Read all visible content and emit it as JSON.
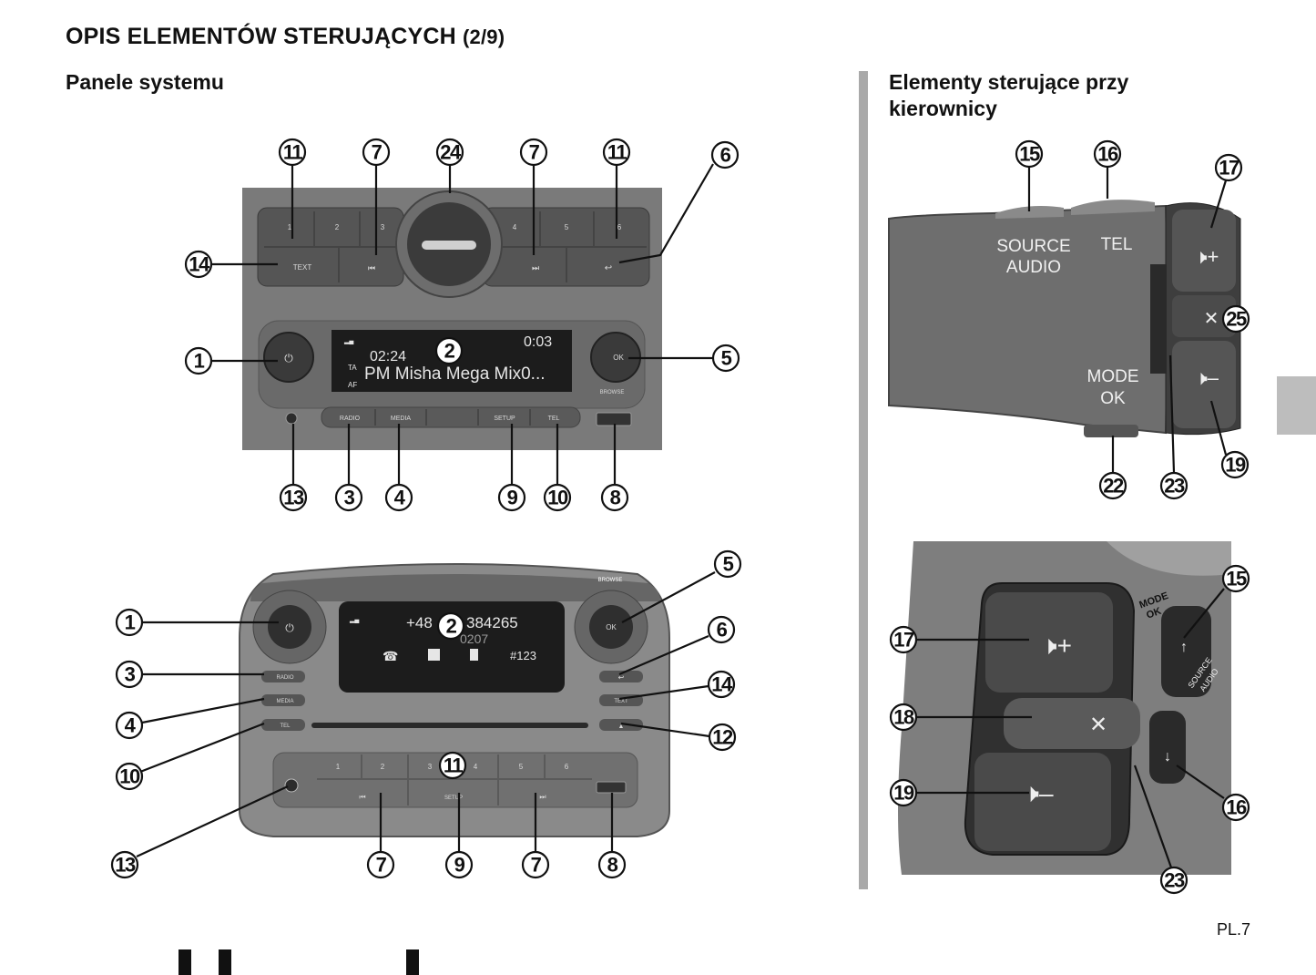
{
  "page": {
    "title": "OPIS ELEMENTÓW STERUJĄCYCH",
    "title_suffix": "(2/9)",
    "left_section": "Panele systemu",
    "right_section_line1": "Elementy sterujące przy",
    "right_section_line2": "kierownicy",
    "page_number": "PL.7"
  },
  "panel_top": {
    "display": {
      "clock": "0:03",
      "time": "02:24",
      "station": "PM Misha Mega Mix0...",
      "ta": "TA",
      "af": "AF"
    },
    "buttons": {
      "text": "TEXT",
      "radio": "RADIO",
      "media": "MEDIA",
      "setup": "SETUP",
      "tel": "TEL",
      "ok": "OK",
      "browse": "BROWSE",
      "prev": "⏮",
      "next": "⏭",
      "back": "↩"
    },
    "presets": [
      "1",
      "2",
      "3",
      "4",
      "5",
      "6"
    ],
    "callouts": [
      "11",
      "7",
      "24",
      "7",
      "11",
      "6",
      "14",
      "1",
      "2",
      "5",
      "13",
      "3",
      "4",
      "9",
      "10",
      "8"
    ]
  },
  "panel_bottom": {
    "display": {
      "number": "+48",
      "number_tail": "384265",
      "line2": "0207",
      "tag": "#123"
    },
    "buttons": {
      "radio": "RADIO",
      "media": "MEDIA",
      "tel": "TEL",
      "text": "TEXT",
      "ok": "OK",
      "browse": "BROWSE",
      "setup": "SETUP",
      "eject": "▲",
      "back": "↩",
      "prev": "⏮",
      "next": "⏭"
    },
    "presets": [
      "1",
      "2",
      "3",
      "4",
      "5",
      "6"
    ],
    "callouts": [
      "1",
      "2",
      "5",
      "3",
      "6",
      "4",
      "14",
      "10",
      "12",
      "11",
      "13",
      "7",
      "9",
      "7",
      "8"
    ]
  },
  "stalk": {
    "source_line1": "SOURCE",
    "source_line2": "AUDIO",
    "tel": "TEL",
    "mode_line1": "MODE",
    "mode_line2": "OK",
    "callouts": [
      "15",
      "16",
      "17",
      "25",
      "19",
      "22",
      "23"
    ]
  },
  "wheel_control": {
    "mode_line1": "MODE",
    "mode_line2": "OK",
    "source_line1": "SOURCE",
    "source_line2": "AUDIO",
    "callouts": [
      "15",
      "17",
      "18",
      "19",
      "16",
      "23"
    ]
  }
}
